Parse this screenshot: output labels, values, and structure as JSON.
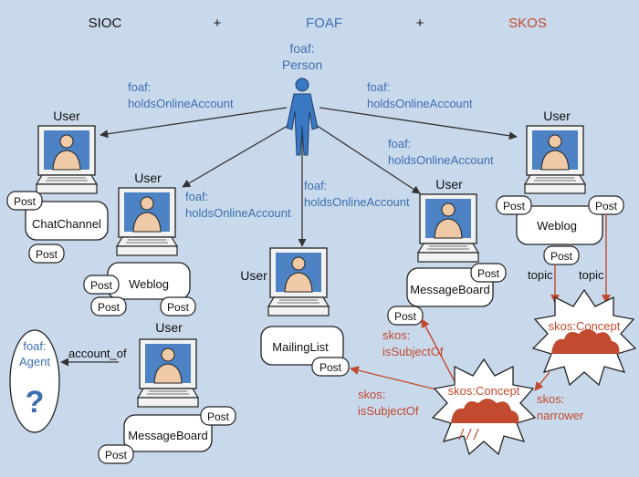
{
  "header": {
    "sioc": "SIOC",
    "plus1": "+",
    "foaf": "FOAF",
    "plus2": "+",
    "skos": "SKOS"
  },
  "colors": {
    "background": "#c9d9ec",
    "sioc": "#111111",
    "foaf": "#3c6fb0",
    "skos": "#c24a2e",
    "person": "#3b78c2",
    "monitor_screen": "#4d83c4",
    "head_skin": "#f0c9a6"
  },
  "person": {
    "line1": "foaf:",
    "line2": "Person",
    "icon": "person-icon"
  },
  "agent": {
    "line1": "foaf:",
    "line2": "Agent",
    "mark": "?"
  },
  "edges": {
    "holds_left": {
      "line1": "foaf:",
      "line2": "holdsOnlineAccount"
    },
    "holds_right": {
      "line1": "foaf:",
      "line2": "holdsOnlineAccount"
    },
    "holds_weblog": {
      "line1": "foaf:",
      "line2": "holdsOnlineAccount"
    },
    "holds_mailing": {
      "line1": "foaf:",
      "line2": "holdsOnlineAccount"
    },
    "holds_msgboard": {
      "line1": "foaf:",
      "line2": "holdsOnlineAccount"
    },
    "account_of": "account_of",
    "topic1": "topic",
    "topic2": "topic",
    "subject1": {
      "line1": "skos:",
      "line2": "isSubjectOf"
    },
    "subject2": {
      "line1": "skos:",
      "line2": "isSubjectOf"
    },
    "narrower": {
      "line1": "skos:",
      "line2": "narrower"
    }
  },
  "users": {
    "chat": {
      "label": "User",
      "container": "ChatChannel",
      "posts": [
        "Post",
        "Post"
      ]
    },
    "weblog_left": {
      "label": "User",
      "container": "Weblog",
      "posts": [
        "Post",
        "Post",
        "Post"
      ]
    },
    "msgboard_left": {
      "label": "User",
      "container": "MessageBoard",
      "posts": [
        "Post",
        "Post"
      ]
    },
    "mailing": {
      "label": "User",
      "container": "MailingList",
      "posts": [
        "Post"
      ]
    },
    "msgboard_right": {
      "label": "User",
      "container": "MessageBoard",
      "posts": [
        "Post",
        "Post"
      ]
    },
    "weblog_right": {
      "label": "User",
      "container": "Weblog",
      "posts": [
        "Post",
        "Post",
        "Post"
      ]
    }
  },
  "concepts": {
    "top": "skos:Concept",
    "bottom": "skos:Concept"
  }
}
